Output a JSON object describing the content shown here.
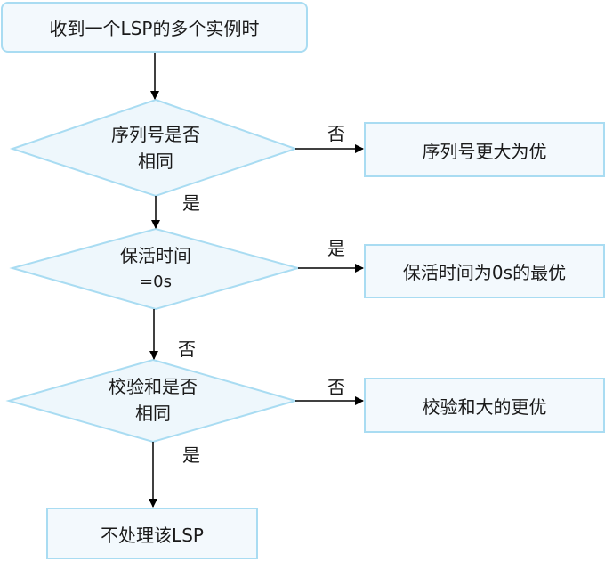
{
  "flowchart": {
    "start": "收到一个LSP的多个实例时",
    "decisions": [
      {
        "line1": "序列号是否",
        "line2": "相同"
      },
      {
        "line1": "保活时间",
        "line2": "=0s"
      },
      {
        "line1": "校验和是否",
        "line2": "相同"
      }
    ],
    "results": [
      "序列号更大为优",
      "保活时间为0s的最优",
      "校验和大的更优"
    ],
    "end": "不处理该LSP",
    "edge_labels": {
      "d1_right": "否",
      "d1_down": "是",
      "d2_right": "是",
      "d2_down": "否",
      "d3_right": "否",
      "d3_down": "是"
    }
  }
}
